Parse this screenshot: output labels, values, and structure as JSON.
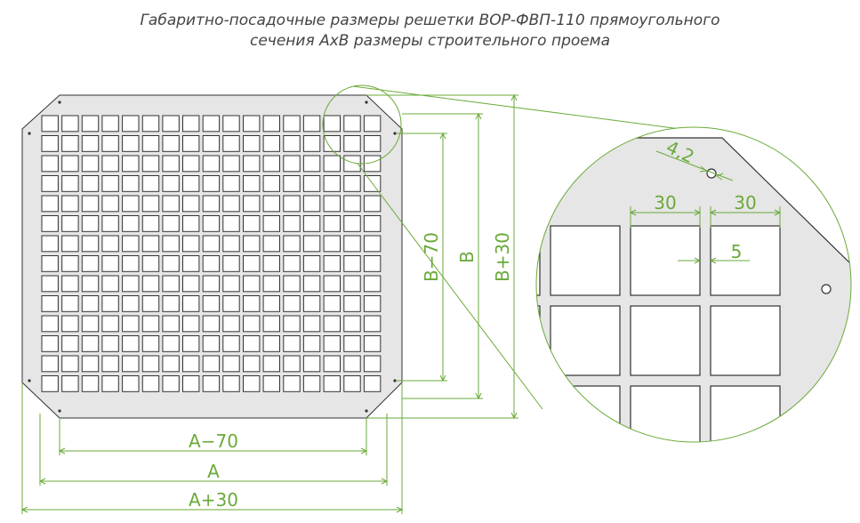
{
  "title": {
    "line1": "Габаритно-посадочные размеры решетки ВОР-ФВП-110 прямоугольного",
    "line2": "сечения AxB размеры строительного проема"
  },
  "dimensions": {
    "a_minus_70": "A−70",
    "a": "A",
    "a_plus_30": "A+30",
    "b_minus_70": "B−70",
    "b": "B",
    "b_plus_30": "B+30"
  },
  "detail": {
    "chamfer_hole": "4,2",
    "cell_width_1": "30",
    "cell_width_2": "30",
    "rib_width": "5"
  },
  "grid": {
    "columns": 17,
    "rows": 14,
    "cell_mm": 30,
    "rib_mm": 5
  },
  "colors": {
    "plate_fill": "#e6e6e6",
    "outline": "#333333",
    "dimension_line": "#6aaa3a",
    "title_text": "#444444"
  }
}
